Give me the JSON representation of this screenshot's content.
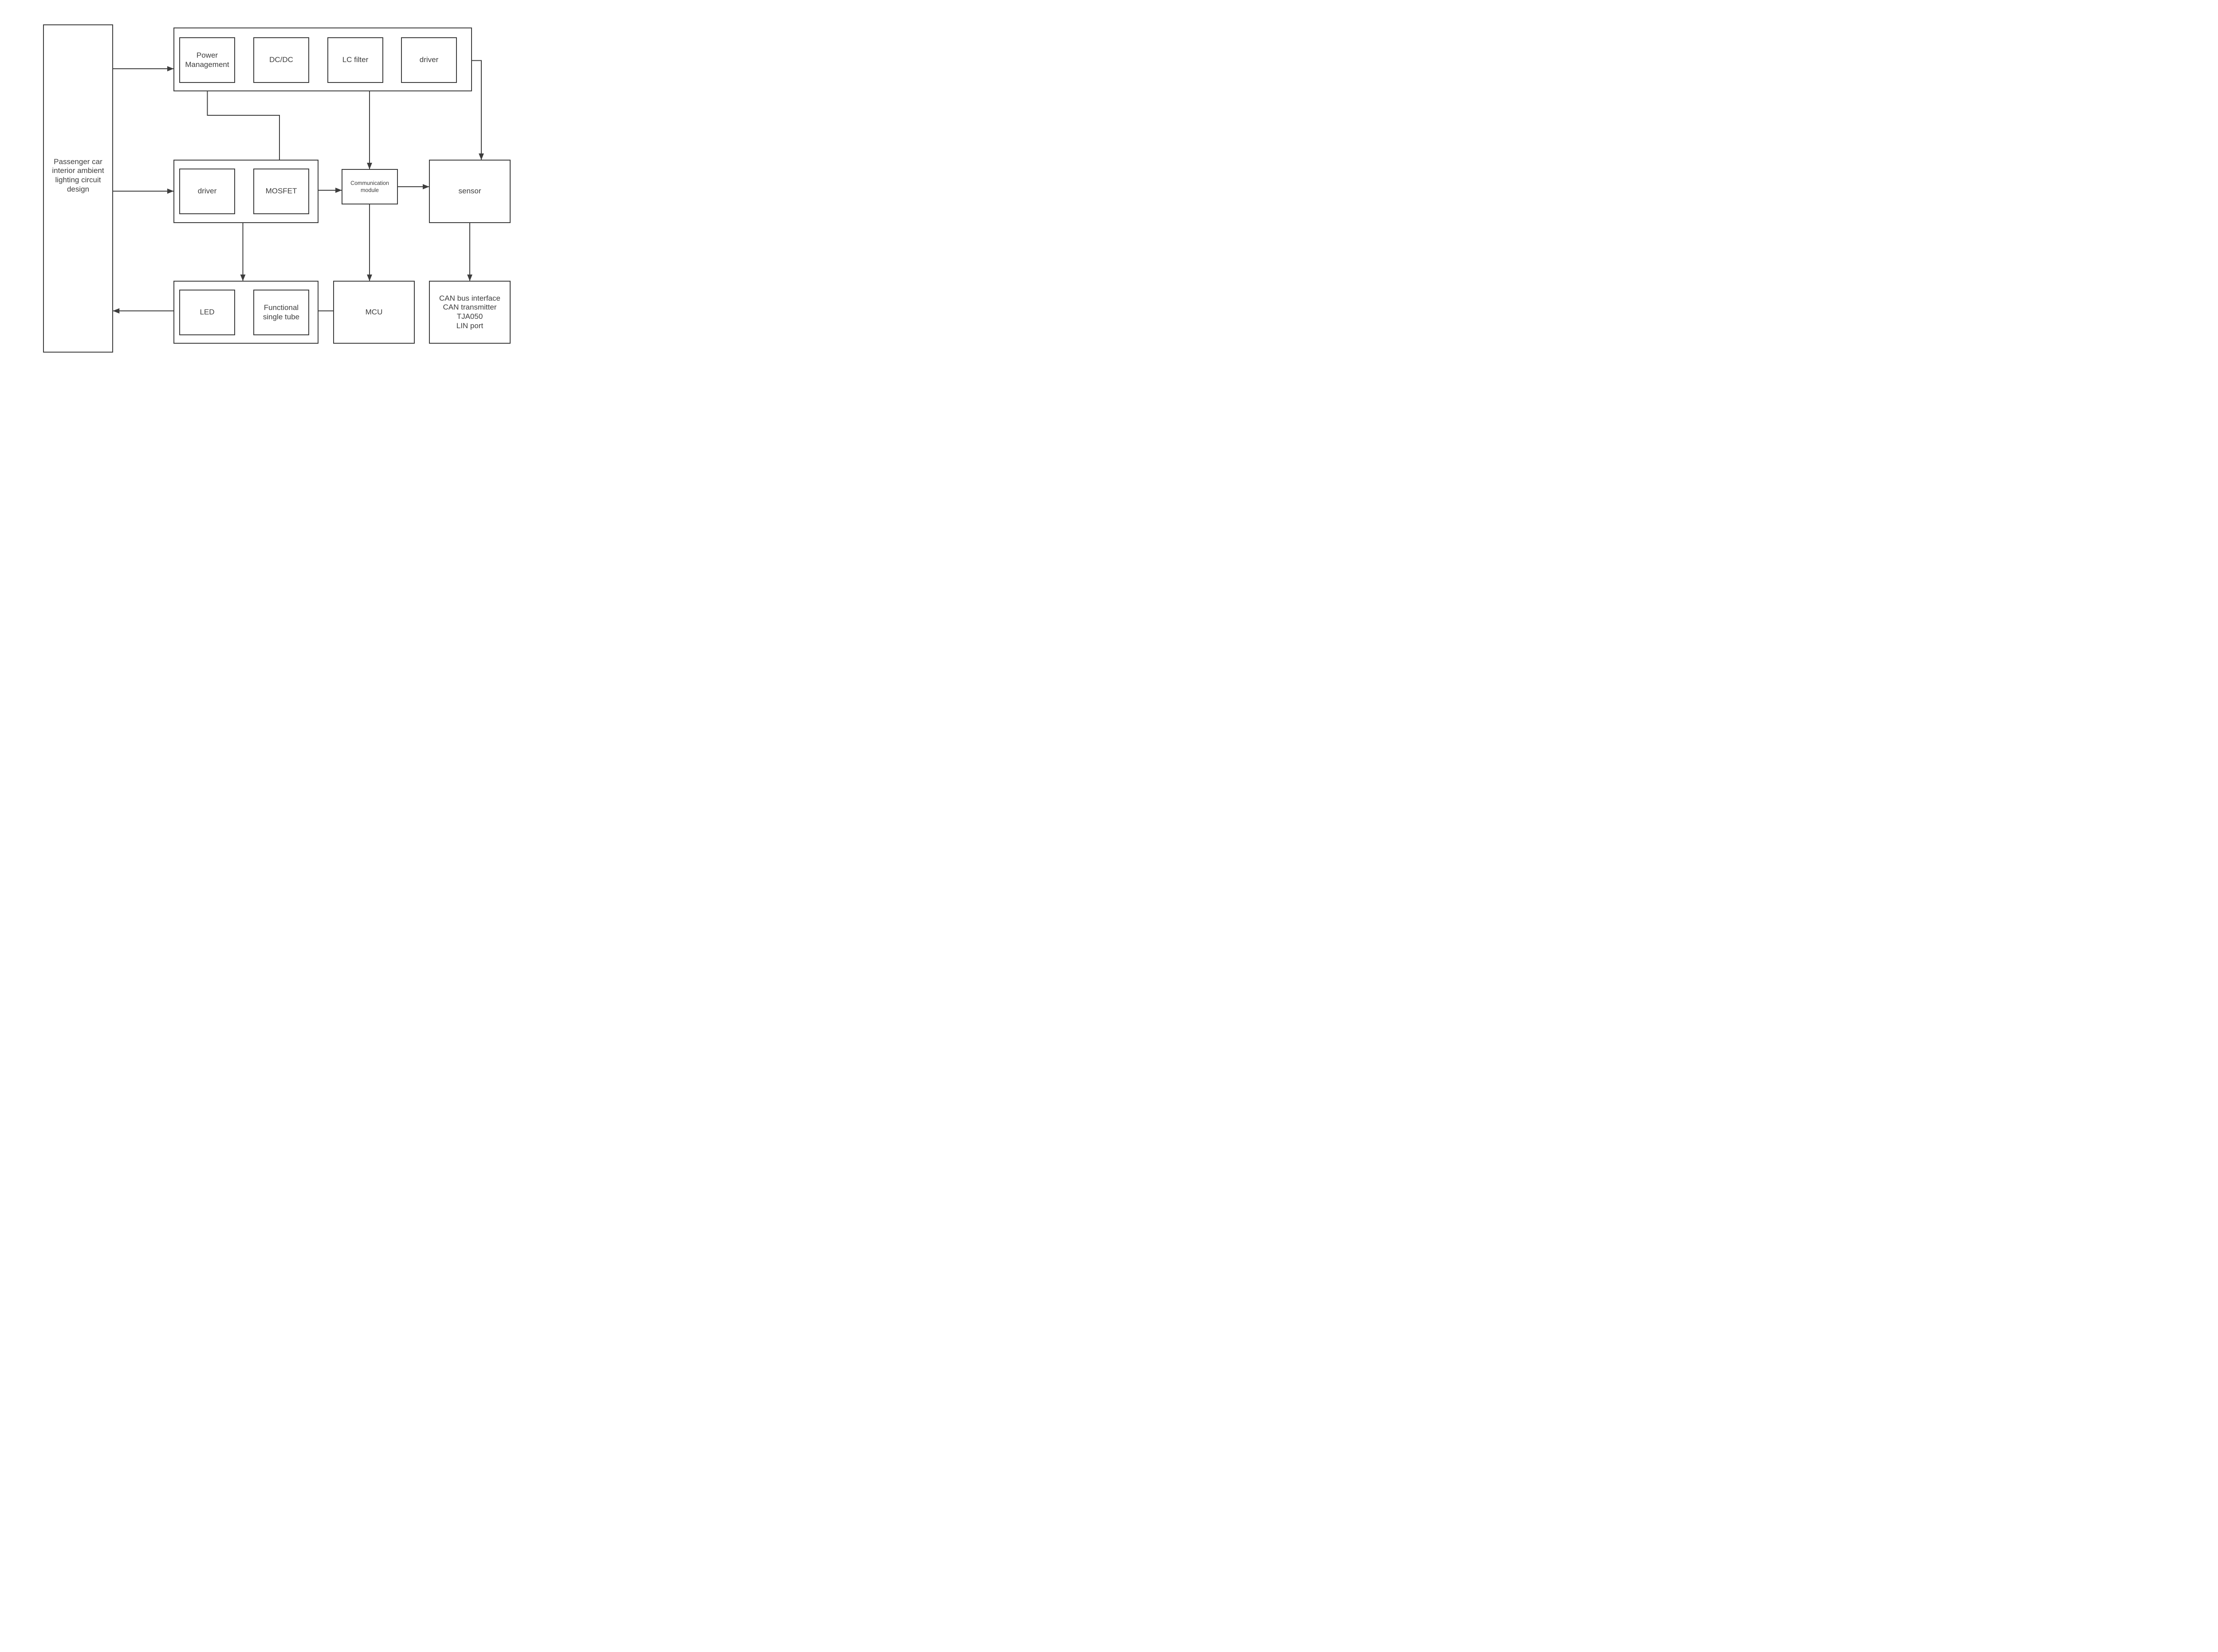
{
  "colors": {
    "background": "#ffffff",
    "line": "#3d3d3d",
    "text": "#3d3d3d"
  },
  "nodes": {
    "root": {
      "label": "Passenger car\ninterior ambient\nlighting circuit\ndesign"
    },
    "power_management": {
      "label": "Power\nManagement"
    },
    "dc_dc": {
      "label": "DC/DC"
    },
    "lc_filter": {
      "label": "LC filter"
    },
    "driver_top": {
      "label": "driver"
    },
    "driver_mid": {
      "label": "driver"
    },
    "mosfet": {
      "label": "MOSFET"
    },
    "communication_module": {
      "label": "Communication\nmodule"
    },
    "sensor": {
      "label": "sensor"
    },
    "led": {
      "label": "LED"
    },
    "functional_single_tube": {
      "label": "Functional\nsingle tube"
    },
    "mcu": {
      "label": "MCU"
    },
    "can_interface": {
      "label": "CAN bus interface\nCAN transmitter\nTJA050\nLIN port"
    }
  },
  "connections": [
    {
      "from": "root",
      "to": "power-supply-group",
      "arrow": "end"
    },
    {
      "from": "root",
      "to": "drive-group",
      "arrow": "end"
    },
    {
      "from": "power-supply-group",
      "to": "drive-group",
      "arrow": "none"
    },
    {
      "from": "power-supply-group",
      "to": "communication-module",
      "arrow": "end"
    },
    {
      "from": "power-supply-group",
      "to": "sensor",
      "arrow": "end"
    },
    {
      "from": "drive-group",
      "to": "communication-module",
      "arrow": "end"
    },
    {
      "from": "drive-group",
      "to": "output-group",
      "arrow": "end"
    },
    {
      "from": "communication-module",
      "to": "sensor",
      "arrow": "end"
    },
    {
      "from": "communication-module",
      "to": "mcu",
      "arrow": "end"
    },
    {
      "from": "sensor",
      "to": "can-interface",
      "arrow": "end"
    },
    {
      "from": "output-group",
      "to": "root",
      "arrow": "end"
    },
    {
      "from": "output-group",
      "to": "mcu",
      "arrow": "none"
    }
  ]
}
